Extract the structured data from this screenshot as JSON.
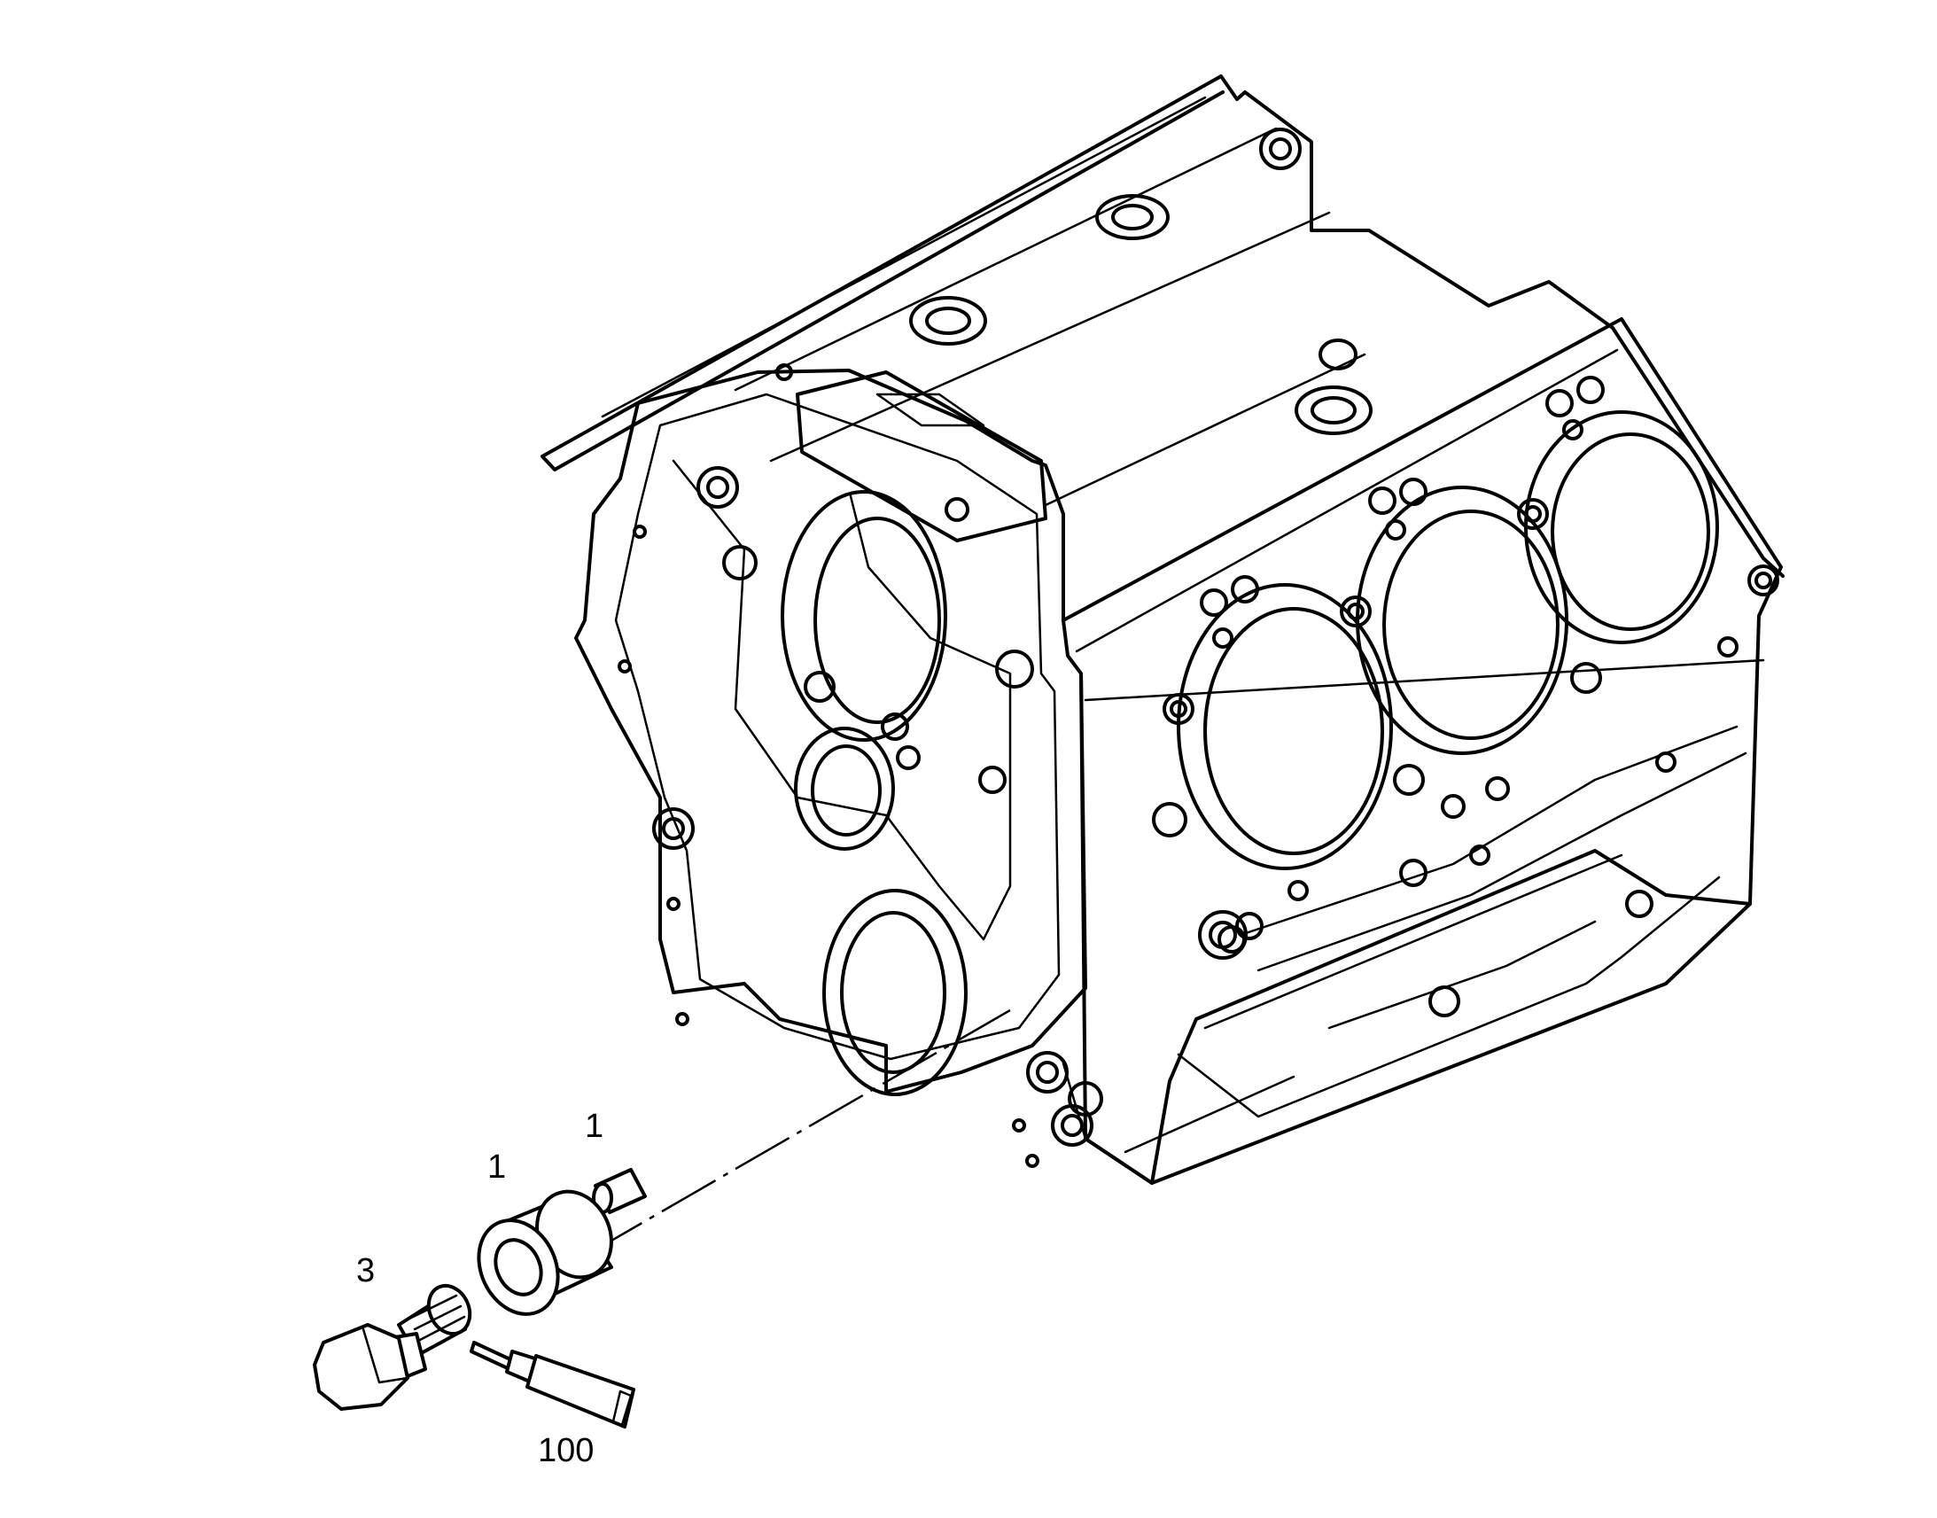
{
  "callouts": {
    "part_1_pin": "1",
    "part_1_bushing": "1",
    "part_3_plug": "3",
    "part_100_sealant": "100"
  },
  "colors": {
    "ink": "#000000",
    "paper": "#ffffff"
  }
}
